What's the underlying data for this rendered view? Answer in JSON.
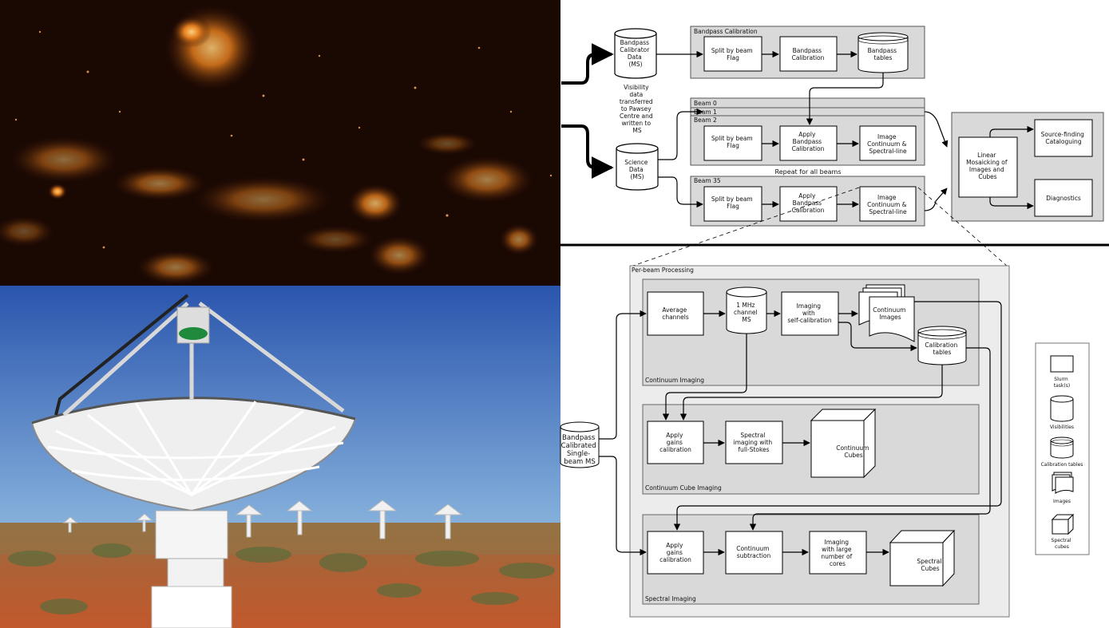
{
  "colors": {
    "sky_top": "#2f5fb4",
    "sky_bottom": "#7aa8d8",
    "ground": "#b8643a",
    "radio_glow": "#e07a1c",
    "group_fill": "#d9d9d9",
    "outer_fill": "#ececec",
    "box_fill": "#ffffff",
    "line": "#000000"
  },
  "icons": {
    "radio_sky": "radio-sky-map-image",
    "antenna": "askap-antenna-photo"
  },
  "top": {
    "bandpass_calibrator_data": [
      "Bandpass",
      "Calibrator",
      "Data",
      "(MS)"
    ],
    "transfer_note": [
      "Visibility",
      "data",
      "transferred",
      "to Pawsey",
      "Centre and",
      "written to",
      "MS"
    ],
    "science_data": [
      "Science",
      "Data",
      "(MS)"
    ],
    "bandpass_group_title": "Bandpass  Calibration",
    "bp_split": [
      "Split by beam",
      "Flag"
    ],
    "bp_calibration": [
      "Bandpass",
      "Calibration"
    ],
    "bp_tables": [
      "Bandpass",
      "tables"
    ],
    "beam0": "Beam  0",
    "beam1": "Beam  1",
    "beam2": "Beam  2",
    "beam35": "Beam  35",
    "repeat_note": "Repeat for all beams",
    "split": [
      "Split by beam",
      "Flag"
    ],
    "apply_bp": [
      "Apply",
      "Bandpass",
      "Calibration"
    ],
    "image_cont": [
      "Image",
      "Continuum &",
      "Spectral-line"
    ],
    "mosaic": [
      "Linear",
      "Mosaicking of",
      "Images and",
      "Cubes"
    ],
    "source_finding": [
      "Source-finding",
      "Cataloguing"
    ],
    "diagnostics": [
      "Diagnostics"
    ]
  },
  "bottom": {
    "per_beam_title": "Per-beam  Processing",
    "input_ms": [
      "Bandpass",
      "Calibrated",
      "Single-",
      "beam MS"
    ],
    "continuum_imaging_title": "Continuum  Imaging",
    "average_channels": [
      "Average",
      "channels"
    ],
    "channel_ms": [
      "1 MHz",
      "channel",
      "MS"
    ],
    "imaging_selfcal": [
      "Imaging",
      "with",
      "self-calibration"
    ],
    "continuum_images": [
      "Continuum",
      "Images"
    ],
    "calibration_tables": [
      "Calibration",
      "tables"
    ],
    "cube_imaging_title": "Continuum  Cube Imaging",
    "apply_gains_1": [
      "Apply",
      "gains",
      "calibration"
    ],
    "spectral_fullstokes": [
      "Spectral",
      "imaging with",
      "full-Stokes"
    ],
    "continuum_cubes": [
      "Continuum",
      "Cubes"
    ],
    "spectral_imaging_title": "Spectral  Imaging",
    "apply_gains_2": [
      "Apply",
      "gains",
      "calibration"
    ],
    "continuum_subtraction": [
      "Continuum",
      "subtraction"
    ],
    "imaging_cores": [
      "Imaging",
      "with large",
      "number of",
      "cores"
    ],
    "spectral_cubes": [
      "Spectral",
      "Cubes"
    ]
  },
  "legend": {
    "slurm": [
      "Slurm",
      "task(s)"
    ],
    "visibilities": [
      "Visibilities"
    ],
    "calibration_tables": [
      "Calibration tables"
    ],
    "images": [
      "Images"
    ],
    "spectral_cubes": [
      "Spectral",
      "cubes"
    ]
  }
}
